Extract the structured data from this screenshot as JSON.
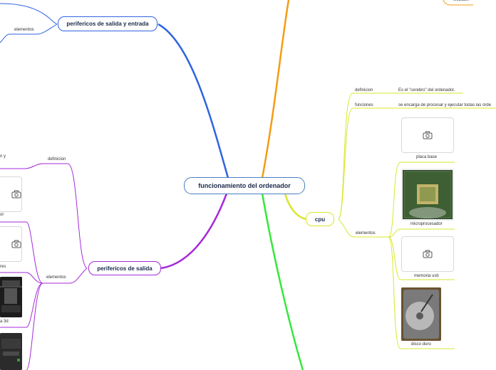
{
  "central": {
    "title": "funcionamiento del ordenador"
  },
  "branches": {
    "top_right": {
      "partial_label": "webcam"
    },
    "entrada_salida": {
      "title": "perifericos de salida y entrada",
      "elementos_label": "elementos"
    },
    "salida": {
      "title": "perifericos de salida",
      "definicion_label": "definicion",
      "definicion_text_partial": "n y",
      "elementos_label": "elementos",
      "items_partial": [
        "or",
        "res",
        "a 3d"
      ]
    },
    "cpu": {
      "title": "cpu",
      "definicion_label": "definicion",
      "definicion_text": "Es el \"cerebro\" del ordenador,",
      "funciones_label": "funciones",
      "funciones_text": "se encarga de procesar y ejecutar todas las órde",
      "elementos_label": "elementos",
      "elementos": [
        {
          "label": "placa base",
          "image": "camera-placeholder"
        },
        {
          "label": "microprocesador",
          "image": "cpu-chip-photo"
        },
        {
          "label": "memoria usb",
          "image": "camera-placeholder"
        },
        {
          "label": "disco duro",
          "image": "hard-disk-photo"
        }
      ]
    }
  },
  "colors": {
    "blue": "#2f64e0",
    "purple": "#a62bd8",
    "yellow": "#d7e82d",
    "green": "#35e83a",
    "orange": "#f39c12",
    "node_text": "#1a2a4a"
  }
}
